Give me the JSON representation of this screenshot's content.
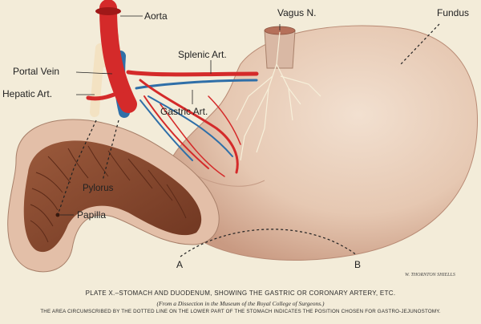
{
  "labels": {
    "aorta": "Aorta",
    "vagus": "Vagus N.",
    "fundus": "Fundus",
    "portal_vein": "Portal Vein",
    "splenic_art": "Splenic Art.",
    "hepatic_art": "Hepatic Art.",
    "gastric_art": "Gastric Art.",
    "pylorus": "Pylorus",
    "papilla": "Papilla",
    "point_a": "A",
    "point_b": "B"
  },
  "signature": "W. THORNTON SHIELLS",
  "caption": {
    "title": "PLATE X.–STOMACH AND DUODENUM, SHOWING THE GASTRIC OR CORONARY ARTERY, ETC.",
    "source": "(From a Dissection in the Museum of the Royal College of Surgeons.)",
    "note": "THE AREA CIRCUMSCRIBED BY THE DOTTED LINE ON THE LOWER PART OF THE STOMACH INDICATES THE POSITION CHOSEN FOR GASTRO-JEJUNOSTOMY."
  },
  "colors": {
    "background": "#f3ecd9",
    "stomach": "#ead2bf",
    "stomach_shadow": "#cfa58e",
    "duodenum_inner": "#8a4a2e",
    "artery": "#d42a2a",
    "vein": "#2f6fa8",
    "nerve": "#f4ecd2"
  }
}
